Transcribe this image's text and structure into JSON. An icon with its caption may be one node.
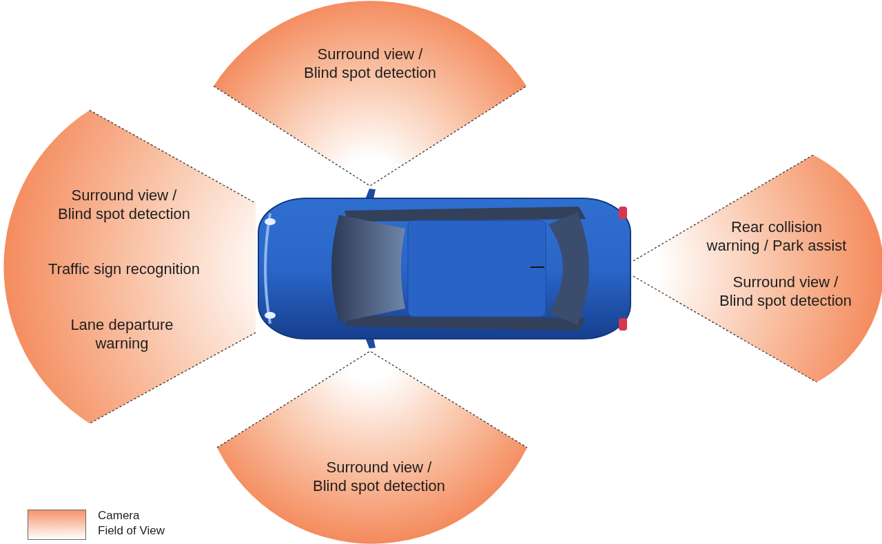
{
  "diagram": {
    "nodes": [
      {
        "text": [
          "Surround view / Blind spot detection"
        ]
      },
      {
        "text": [
          "Surround view / Blind spot detection",
          "Traffic sign recognition",
          "Lane departure warning"
        ]
      },
      {
        "text": [
          "Rear collision warning / Park assist",
          "Surround view / Blind spot detection"
        ]
      },
      {
        "text": [
          "Surround view / Blind spot detection"
        ]
      }
    ],
    "edges": [],
    "legend": [
      {
        "text": "Camera Field of View"
      }
    ]
  }
}
